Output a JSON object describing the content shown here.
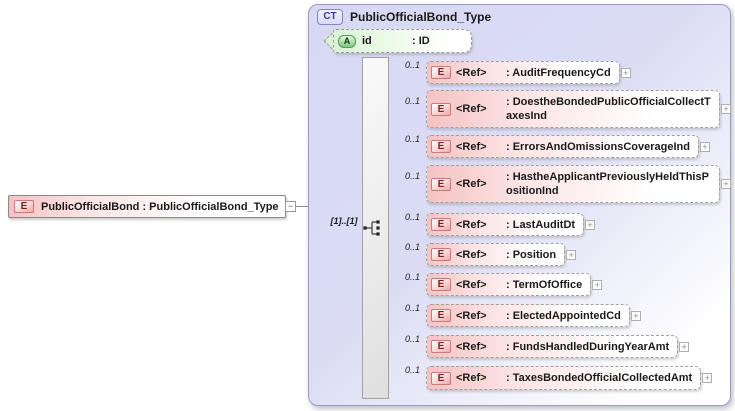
{
  "diagram": {
    "root_element": {
      "icon": "E",
      "label": "PublicOfficialBond : PublicOfficialBond_Type",
      "collapse_glyph": "−"
    },
    "complex_type": {
      "icon": "CT",
      "title": "PublicOfficialBond_Type",
      "expand_glyph": "+",
      "attribute": {
        "icon": "A",
        "name": "id",
        "type": ": ID"
      },
      "sequence": {
        "compositor": "sequence",
        "cardinality": "[1]..[1]"
      },
      "children": [
        {
          "icon": "E",
          "ref": "<Ref>",
          "name": ": AuditFrequencyCd",
          "cardinality": "0..1"
        },
        {
          "icon": "E",
          "ref": "<Ref>",
          "name": ": DoestheBondedPublicOfficialCollectTaxesInd",
          "cardinality": "0..1"
        },
        {
          "icon": "E",
          "ref": "<Ref>",
          "name": ": ErrorsAndOmissionsCoverageInd",
          "cardinality": "0..1"
        },
        {
          "icon": "E",
          "ref": "<Ref>",
          "name": ": HastheApplicantPreviouslyHeldThisPositionInd",
          "cardinality": "0..1"
        },
        {
          "icon": "E",
          "ref": "<Ref>",
          "name": ": LastAuditDt",
          "cardinality": "0..1"
        },
        {
          "icon": "E",
          "ref": "<Ref>",
          "name": ": Position",
          "cardinality": "0..1"
        },
        {
          "icon": "E",
          "ref": "<Ref>",
          "name": ": TermOfOffice",
          "cardinality": "0..1"
        },
        {
          "icon": "E",
          "ref": "<Ref>",
          "name": ": ElectedAppointedCd",
          "cardinality": "0..1"
        },
        {
          "icon": "E",
          "ref": "<Ref>",
          "name": ": FundsHandledDuringYearAmt",
          "cardinality": "0..1"
        },
        {
          "icon": "E",
          "ref": "<Ref>",
          "name": ": TaxesBondedOfficialCollectedAmt",
          "cardinality": "0..1"
        }
      ]
    },
    "colors": {
      "element_pink": "#f5c2c2",
      "element_border_red": "#c47c7c",
      "attribute_green": "#d9f3d4",
      "container_lavender": "#d7d8f3",
      "container_border": "#9a9ac6",
      "connector_gray": "#8f8f8f"
    }
  }
}
